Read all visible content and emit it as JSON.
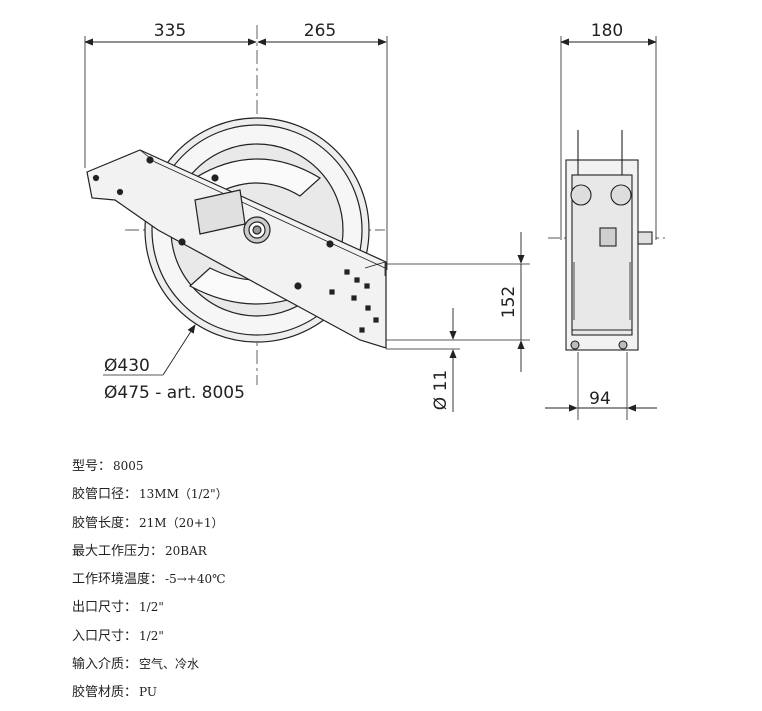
{
  "dimensions": {
    "width_left": "335",
    "width_right": "265",
    "depth": "180",
    "height_mount": "152",
    "hole": "Ø 11",
    "base_depth": "94",
    "drum_small": "Ø430",
    "drum_large": "Ø475 - art. 8005"
  },
  "specs": [
    {
      "label": "型号：",
      "value": "8005"
    },
    {
      "label": "胶管口径：",
      "value": "13MM（1/2\"）"
    },
    {
      "label": "胶管长度：",
      "value": "21M（20+1）"
    },
    {
      "label": "最大工作压力：",
      "value": "20BAR"
    },
    {
      "label": "工作环境温度：",
      "value": "-5→+40℃"
    },
    {
      "label": "出口尺寸：",
      "value": "1/2\""
    },
    {
      "label": "入口尺寸：",
      "value": "1/2\""
    },
    {
      "label": "输入介质：",
      "value": "空气、冷水"
    },
    {
      "label": "胶管材质：",
      "value": "PU"
    }
  ]
}
